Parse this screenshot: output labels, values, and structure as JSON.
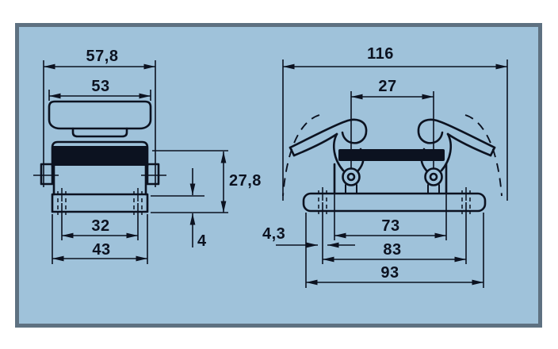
{
  "drawing": {
    "colors": {
      "panel_background": "#9fc2da",
      "frame": "#5e7181",
      "ink": "#0c1220",
      "page_background": "#ffffff"
    },
    "side_view": {
      "dims": {
        "width_over_lugs": "57,8",
        "hood_width": "53",
        "height": "27,8",
        "hole_spacing": "32",
        "base_width": "43",
        "base_step": "4"
      }
    },
    "front_view": {
      "dims": {
        "overall_width": "116",
        "pivot_spacing": "27",
        "hole_diameter": "4,3",
        "body_width": "73",
        "hole_spacing": "83",
        "flange_width": "93"
      }
    }
  }
}
